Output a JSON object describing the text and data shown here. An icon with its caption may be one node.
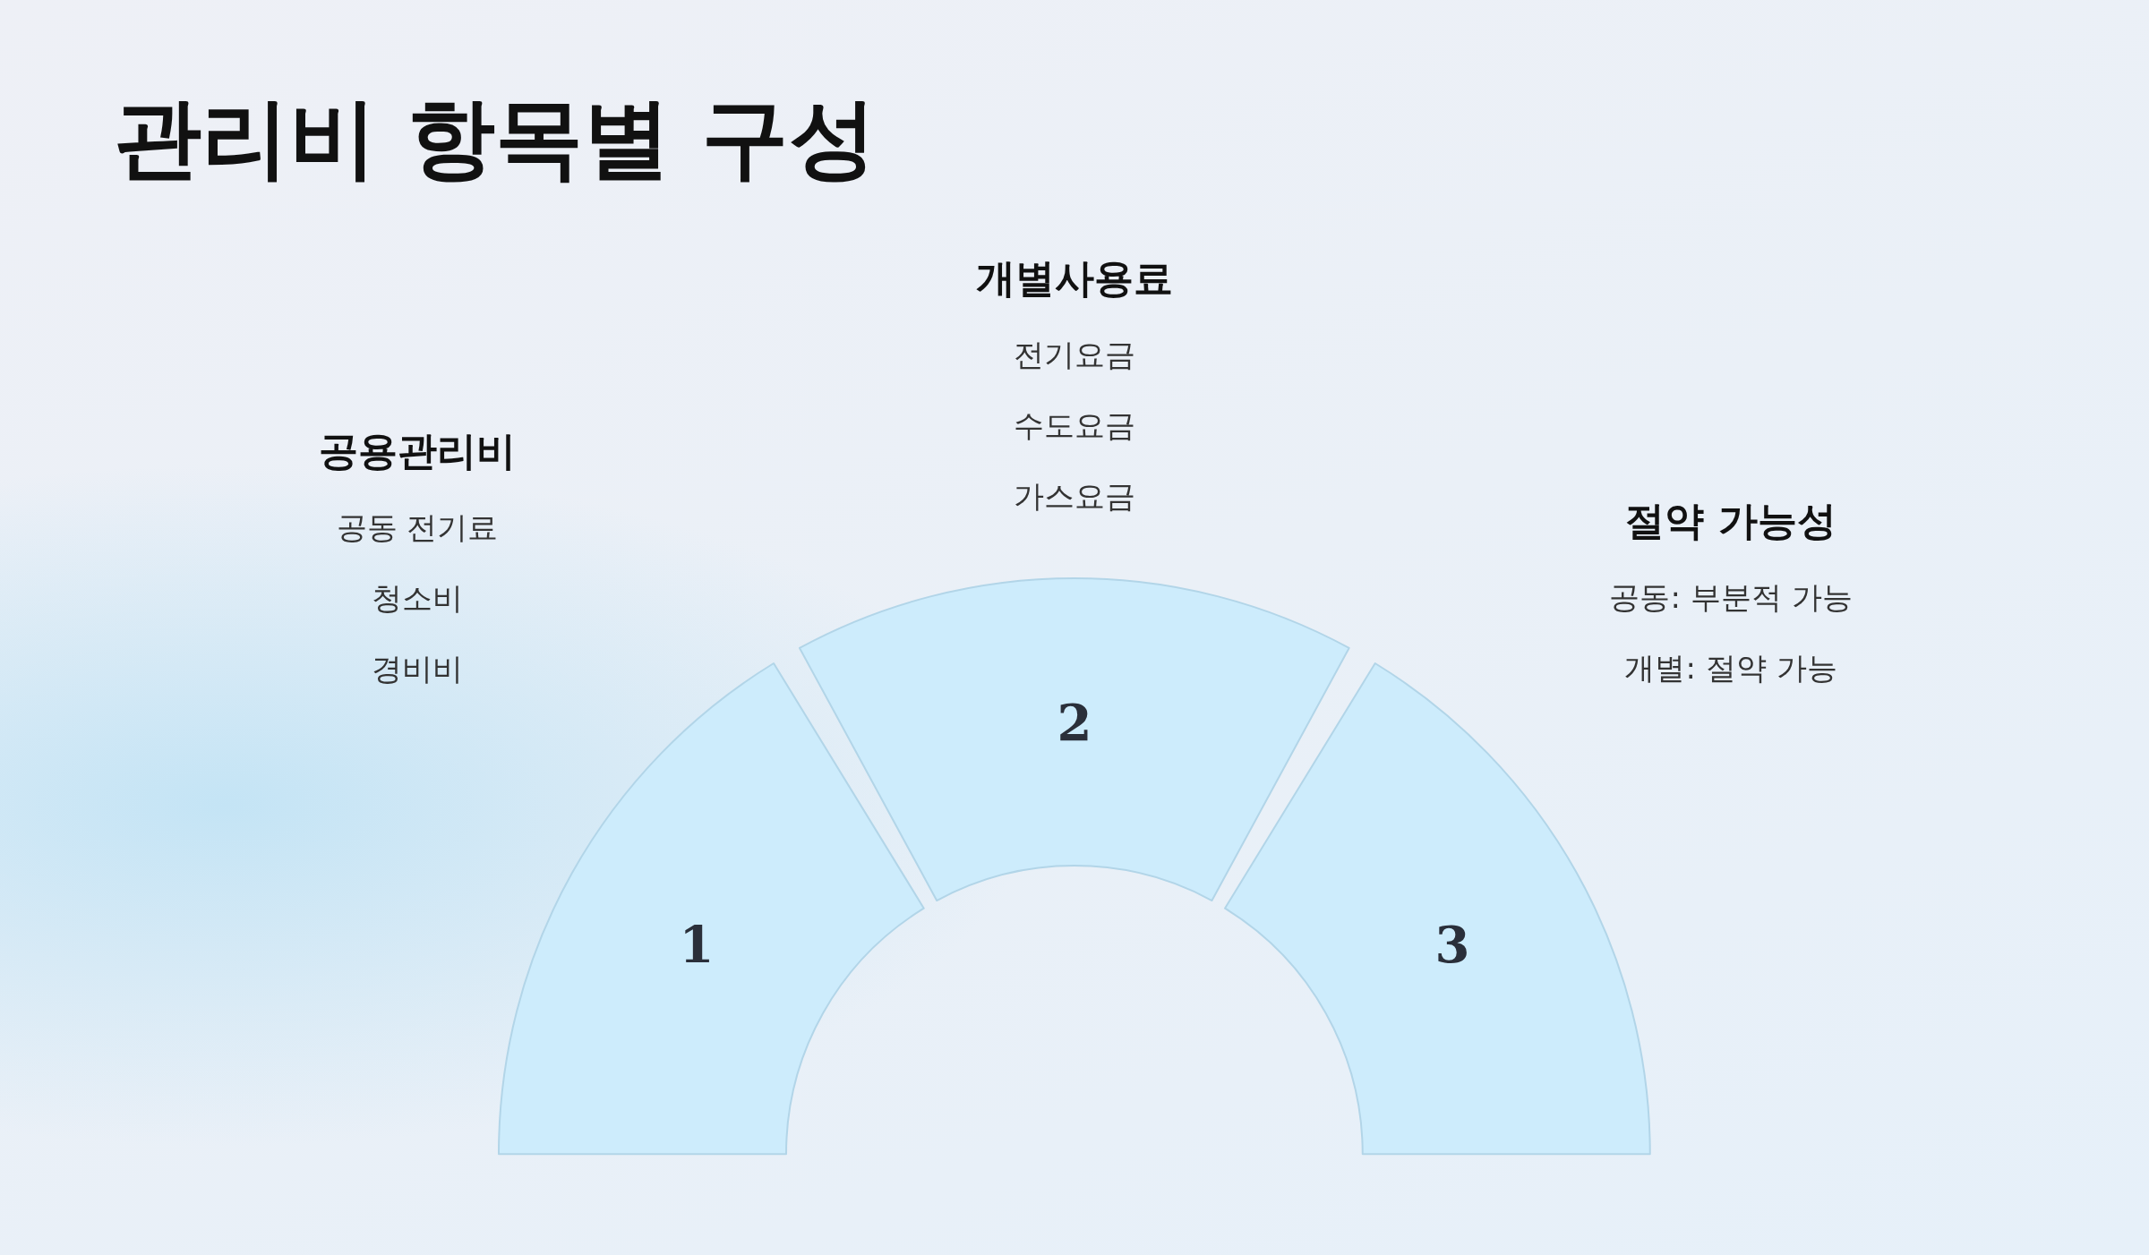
{
  "diagram": {
    "title": "관리비 항목별 구성",
    "nodes": [
      {
        "text": [
          "1"
        ],
        "beside": [
          "공용관리비",
          "공동 전기료",
          "청소비",
          "경비비"
        ]
      },
      {
        "text": [
          "2"
        ],
        "beside": [
          "개별사용료",
          "전기요금",
          "수도요금",
          "가스요금"
        ]
      },
      {
        "text": [
          "3"
        ],
        "beside": [
          "절약 가능성",
          "공동: 부분적 가능",
          "개별: 절약 가능"
        ]
      }
    ],
    "edges": []
  }
}
